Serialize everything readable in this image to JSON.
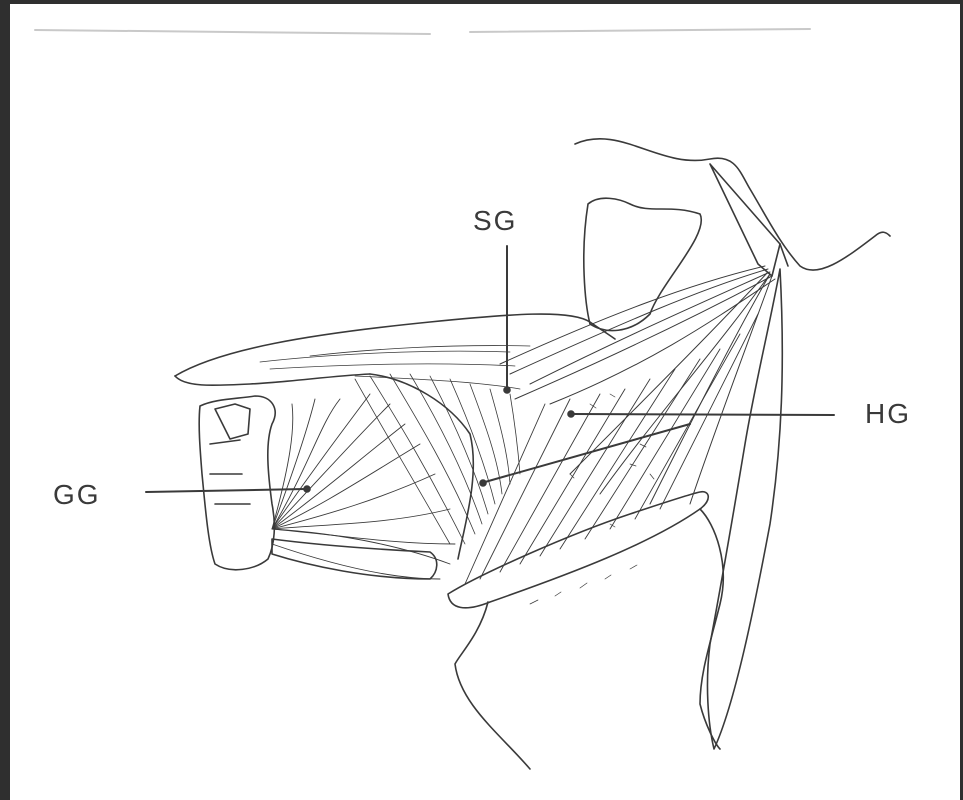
{
  "labels": {
    "sg": "SG",
    "hg": "HG",
    "gg": "GG"
  },
  "colors": {
    "frame": "#2f2f2f",
    "background": "#ffffff",
    "ink": "#3a3a3a"
  }
}
